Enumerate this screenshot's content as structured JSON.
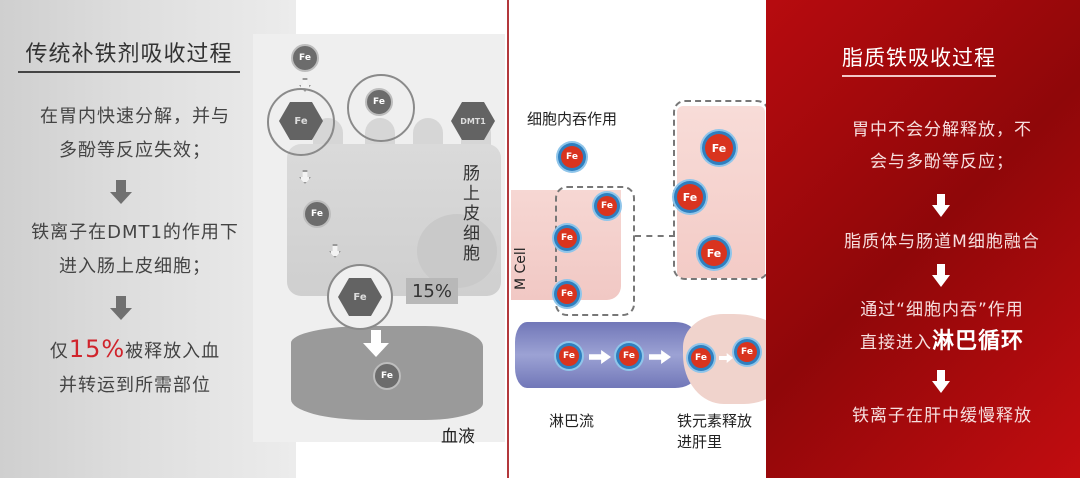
{
  "left_panel": {
    "title": "传统补铁剂吸收过程",
    "steps": [
      {
        "line1": "在胃内快速分解，并与",
        "line2": "多酚等反应失效；"
      },
      {
        "line1": "铁离子在DMT1的作用下",
        "line2": "进入肠上皮细胞；"
      },
      {
        "line1_prefix": "仅",
        "line1_highlight": "15%",
        "line1_suffix": "被释放入血",
        "line2": "并转运到所需部位"
      }
    ],
    "arrow_icon": "down-arrow-icon",
    "highlight_color": "#d0242c"
  },
  "gray_diagram": {
    "fe_label": "Fe",
    "dmt1_label": "DMT1",
    "cell_label": "肠上皮细胞",
    "percent_label": "15%",
    "blood_label": "血液"
  },
  "color_diagram": {
    "endocytosis_label": "细胞内吞作用",
    "mcell_label": "M Cell",
    "fe_label": "Fe",
    "lymph_label": "淋巴流",
    "liver_label": "铁元素释放进肝里"
  },
  "right_panel": {
    "title": "脂质铁吸收过程",
    "steps": [
      {
        "line1": "胃中不会分解释放，不",
        "line2": "会与多酚等反应；"
      },
      {
        "line1": "脂质体与肠道M细胞融合"
      },
      {
        "line1": "通过“细胞内吞”作用",
        "line2_prefix": "直接进入",
        "line2_highlight": "淋巴循环"
      },
      {
        "line1": "铁离子在肝中缓慢释放"
      }
    ],
    "arrow_icon": "down-arrow-icon",
    "background_color": "#a0080b"
  },
  "colors": {
    "divider": "#b3383c",
    "lipo_core": "#d9341f",
    "lipo_shell": "#2f7fbf",
    "lymph": "#7177b8",
    "liver": "#f0d3cc",
    "mcell": "#f3cbc6"
  }
}
